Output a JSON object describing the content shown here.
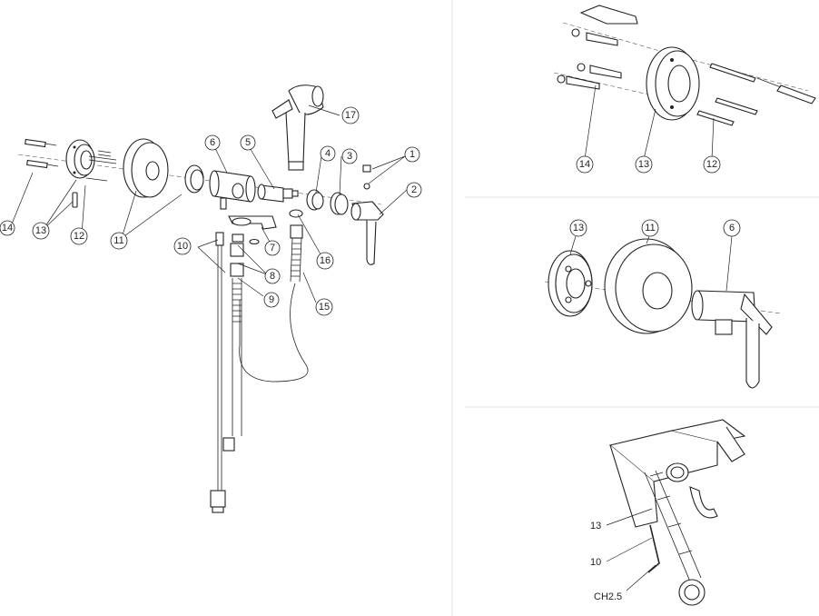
{
  "main_view": {
    "callouts": [
      {
        "id": "c1",
        "label": "1"
      },
      {
        "id": "c2",
        "label": "2"
      },
      {
        "id": "c3",
        "label": "3"
      },
      {
        "id": "c4",
        "label": "4"
      },
      {
        "id": "c5",
        "label": "5"
      },
      {
        "id": "c6",
        "label": "6"
      },
      {
        "id": "c7",
        "label": "7"
      },
      {
        "id": "c8",
        "label": "8"
      },
      {
        "id": "c9",
        "label": "9"
      },
      {
        "id": "c10",
        "label": "10"
      },
      {
        "id": "c11",
        "label": "11"
      },
      {
        "id": "c12",
        "label": "12"
      },
      {
        "id": "c13",
        "label": "13"
      },
      {
        "id": "c14",
        "label": "14"
      },
      {
        "id": "c15",
        "label": "15"
      },
      {
        "id": "c16",
        "label": "16"
      },
      {
        "id": "c17",
        "label": "17"
      }
    ]
  },
  "mounting_view": {
    "callouts": [
      {
        "id": "m14",
        "label": "14"
      },
      {
        "id": "m13",
        "label": "13"
      },
      {
        "id": "m12",
        "label": "12"
      }
    ]
  },
  "assembly_view": {
    "callouts": [
      {
        "id": "a13",
        "label": "13"
      },
      {
        "id": "a11",
        "label": "11"
      },
      {
        "id": "a6",
        "label": "6"
      }
    ]
  },
  "detail_view": {
    "labels": [
      {
        "id": "d13",
        "label": "13"
      },
      {
        "id": "d10",
        "label": "10"
      }
    ],
    "tool_label": "CH2.5"
  }
}
